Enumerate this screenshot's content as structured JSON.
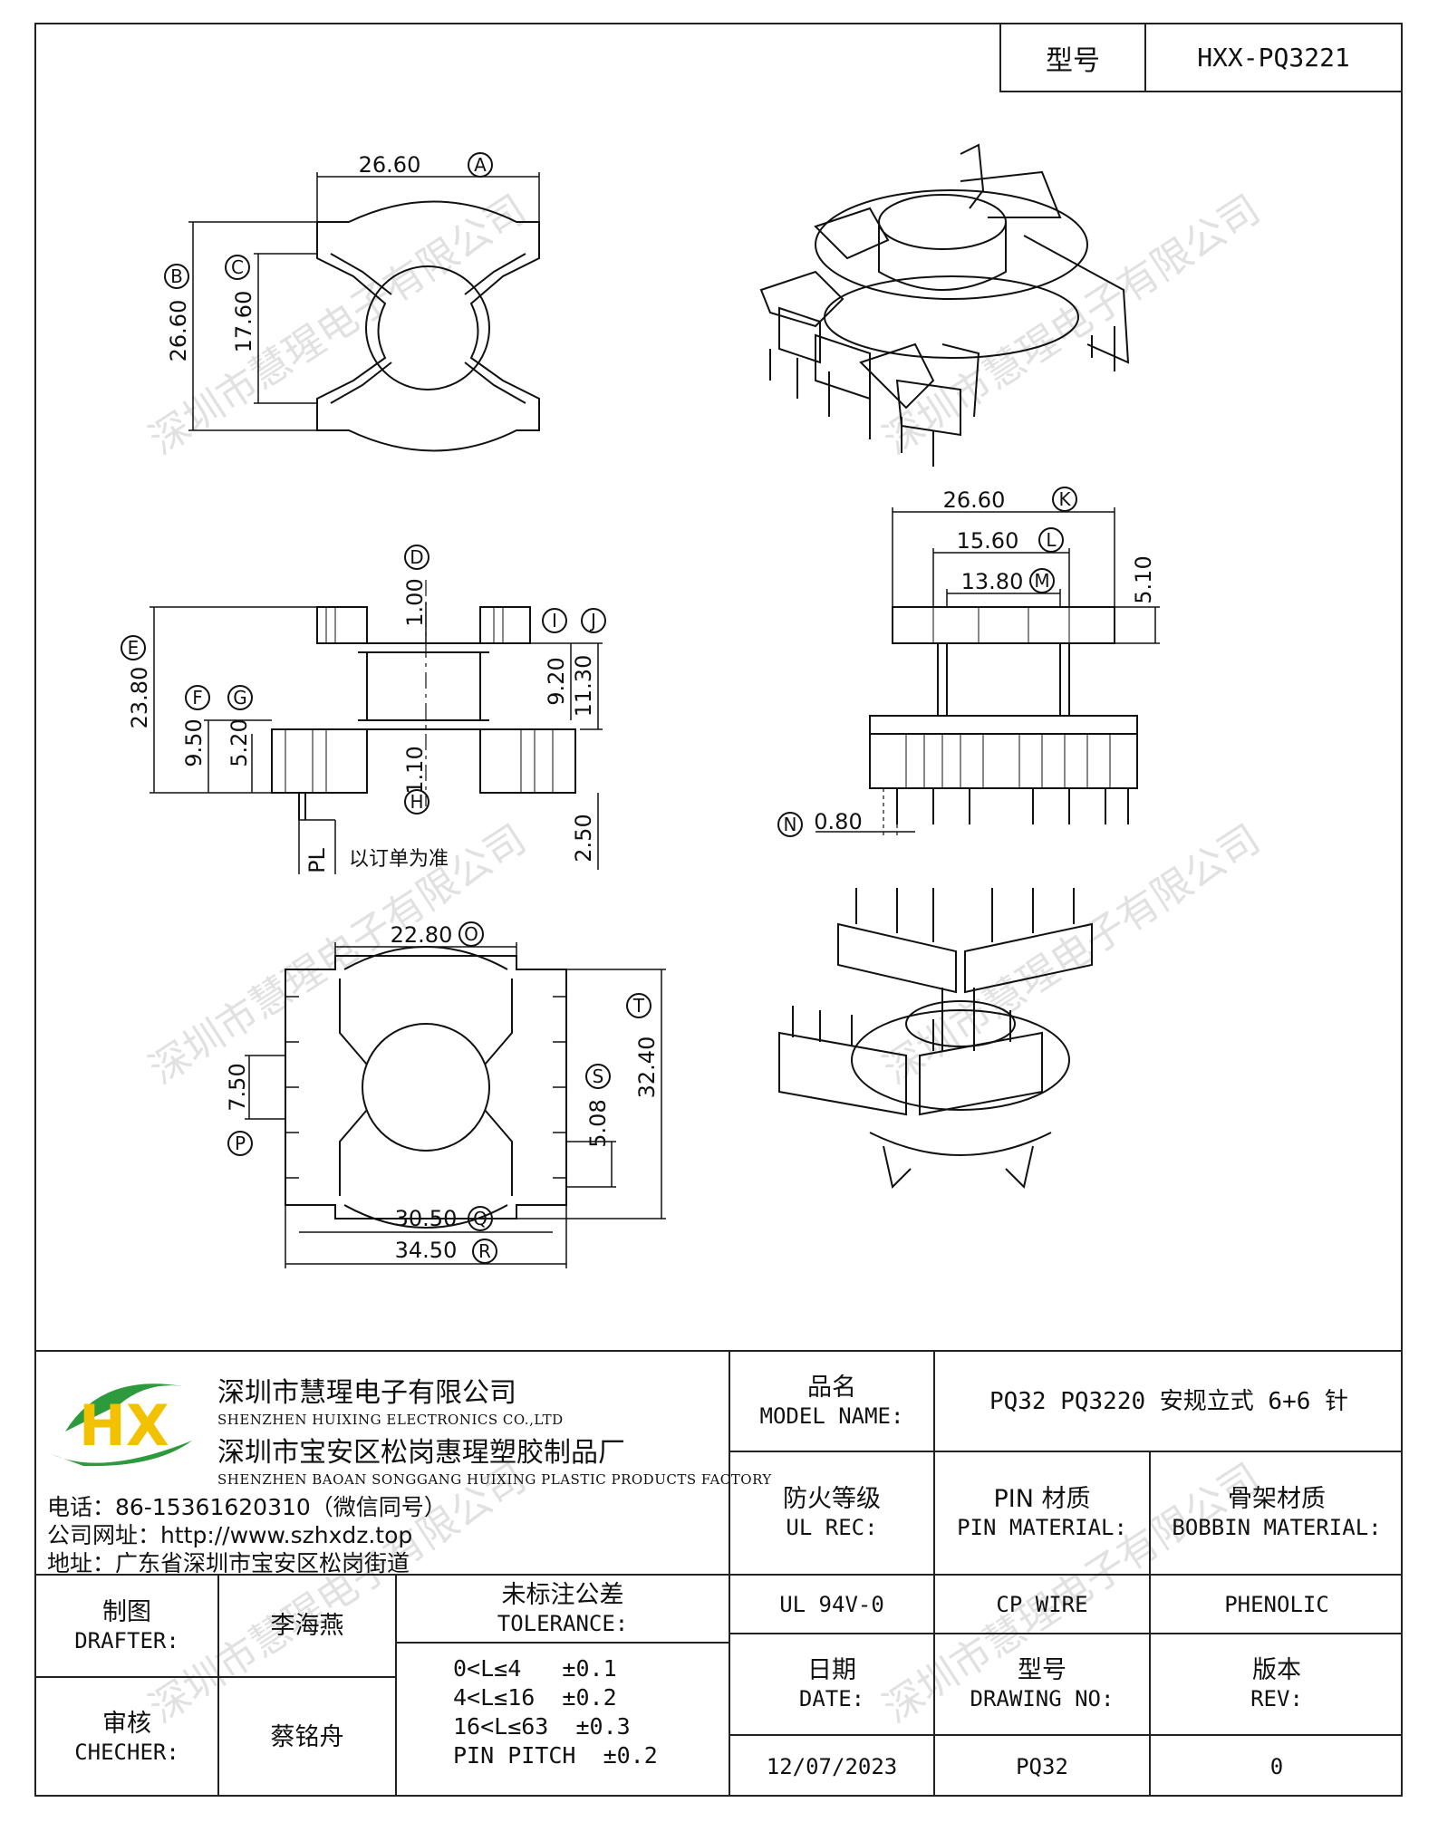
{
  "header": {
    "model_label": "型号",
    "model_value": "HXX-PQ3221"
  },
  "dimensions": {
    "top_view": {
      "A": "26.60",
      "B": "26.60",
      "C": "17.60"
    },
    "side_view": {
      "D": "1.00",
      "E": "23.80",
      "F": "9.50",
      "G": "5.20",
      "H": "1.10",
      "I_J_a": "9.20",
      "I_J_b": "11.30",
      "pin_len": "2.50",
      "pl_label": "PL",
      "pl_note": "以订单为准"
    },
    "front_view": {
      "K": "26.60",
      "L": "15.60",
      "M": "13.80",
      "height": "5.10",
      "N": "0.80"
    },
    "bottom_view": {
      "O": "22.80",
      "P": "7.50",
      "S": "5.08",
      "T": "32.40",
      "Q": "30.50",
      "R": "34.50"
    },
    "circle_letters": [
      "A",
      "B",
      "C",
      "D",
      "E",
      "F",
      "G",
      "H",
      "I",
      "J",
      "K",
      "L",
      "M",
      "N",
      "O",
      "P",
      "Q",
      "R",
      "S",
      "T"
    ]
  },
  "watermark": "深圳市慧瑆电子有限公司",
  "company": {
    "logo_letters": "HX",
    "name_cn": "深圳市慧瑆电子有限公司",
    "name_en": "SHENZHEN HUIXING ELECTRONICS CO.,LTD",
    "factory_cn": "深圳市宝安区松岗惠瑆塑胶制品厂",
    "factory_en": "SHENZHEN BAOAN SONGGANG HUIXING PLASTIC PRODUCTS FACTORY",
    "phone": "电话：86-15361620310（微信同号）",
    "website": "公司网址：http://www.szhxdz.top",
    "address": "地址：广东省深圳市宝安区松岗街道"
  },
  "titleblock": {
    "model_name_cn": "品名",
    "model_name_en": "MODEL NAME:",
    "model_name_value": "PQ32 PQ3220 安规立式 6+6 针",
    "ul_cn": "防火等级",
    "ul_en": "UL REC:",
    "pin_cn": "PIN 材质",
    "pin_en": "PIN MATERIAL:",
    "bobbin_cn": "骨架材质",
    "bobbin_en": "BOBBIN MATERIAL:",
    "ul_value": "UL 94V-0",
    "pin_value": "CP WIRE",
    "bobbin_value": "PHENOLIC",
    "drafter_cn": "制图",
    "drafter_en": "DRAFTER:",
    "drafter_value": "李海燕",
    "checker_cn": "审核",
    "checker_en": "CHECHER:",
    "checker_value": "蔡铭舟",
    "tolerance_cn": "未标注公差",
    "tolerance_en": "TOLERANCE:",
    "tolerance_lines": [
      "0<L≤4   ±0.1",
      "4<L≤16  ±0.2",
      "16<L≤63  ±0.3",
      "PIN PITCH  ±0.2"
    ],
    "date_cn": "日期",
    "date_en": "DATE:",
    "date_value": "12/07/2023",
    "drawing_cn": "型号",
    "drawing_en": "DRAWING NO:",
    "drawing_value": "PQ32",
    "rev_cn": "版本",
    "rev_en": "REV:",
    "rev_value": "0"
  },
  "colors": {
    "logo_green": "#2e9a3e",
    "logo_yellow": "#f2c200",
    "line": "#222222"
  }
}
